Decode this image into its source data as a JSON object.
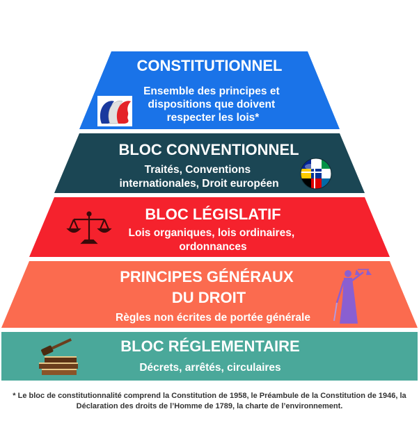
{
  "pyramid": {
    "tiers": [
      {
        "title": [
          "BLOC",
          "CONSTITUTIONNEL"
        ],
        "subtitle": [
          "Ensemble des principes et",
          "dispositions que doivent",
          "respecter les lois*"
        ],
        "color": "#1a73e8",
        "icon": "marianne-profiles-icon"
      },
      {
        "title": [
          "BLOC CONVENTIONNEL"
        ],
        "subtitle": [
          "Traités, Conventions",
          "internationales, Droit européen"
        ],
        "color": "#1b4654",
        "icon": "flags-globe-icon"
      },
      {
        "title": [
          "BLOC LÉGISLATIF"
        ],
        "subtitle": [
          "Lois organiques, lois ordinaires,",
          "ordonnances"
        ],
        "color": "#f5222d",
        "icon": "scales-icon"
      },
      {
        "title": [
          "PRINCIPES GÉNÉRAUX",
          "DU DROIT"
        ],
        "subtitle": [
          "Règles non écrites de portée générale"
        ],
        "color": "#fb6b4f",
        "icon": "lady-justice-icon"
      },
      {
        "title": [
          "BLOC RÉGLEMENTAIRE"
        ],
        "subtitle": [
          "Décrets, arrêtés, circulaires"
        ],
        "color": "#4aa89a",
        "icon": "gavel-books-icon"
      }
    ]
  },
  "footnote": "* Le bloc de constitutionnalité comprend la Constitution de 1958, le Préambule de la Constitution de 1946, la Déclaration des droits de l’Homme de 1789, la charte de l’environnement."
}
